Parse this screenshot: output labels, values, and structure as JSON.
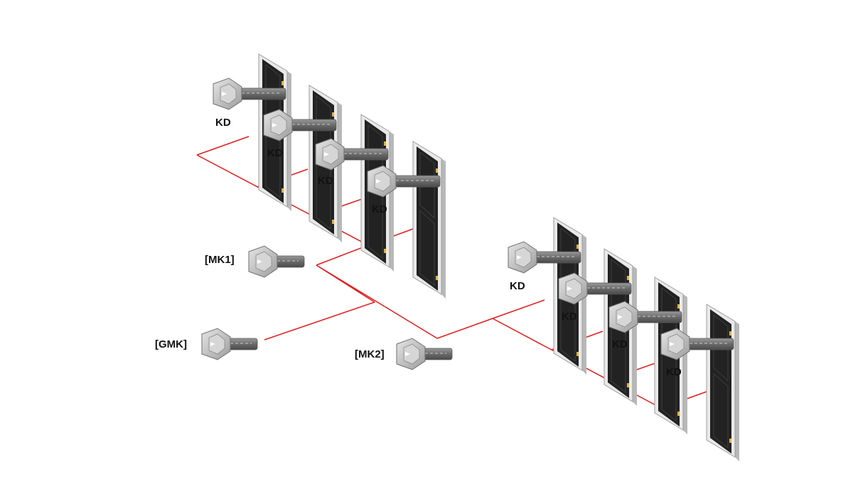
{
  "colors": {
    "line": "#dd1f1f",
    "door_panel": "#222222",
    "door_frame": "#e9e9e9",
    "door_side": "#b8b8b8",
    "knob": "#e0b33a",
    "key_head": "#bdbdbd",
    "key_blade": "#7a7a7a"
  },
  "keys": {
    "gmk": {
      "label": "[GMK]",
      "icon": "key-icon"
    },
    "mk1": {
      "label": "[MK1]",
      "icon": "key-icon"
    },
    "mk2": {
      "label": "[MK2]",
      "icon": "key-icon"
    }
  },
  "groups": [
    {
      "name": "MK1",
      "doors": [
        {
          "key_label": "KD"
        },
        {
          "key_label": "KD"
        },
        {
          "key_label": "KD"
        },
        {
          "key_label": "KD"
        }
      ]
    },
    {
      "name": "MK2",
      "doors": [
        {
          "key_label": "KD"
        },
        {
          "key_label": "KD"
        },
        {
          "key_label": "KD"
        },
        {
          "key_label": "KD"
        }
      ]
    }
  ]
}
